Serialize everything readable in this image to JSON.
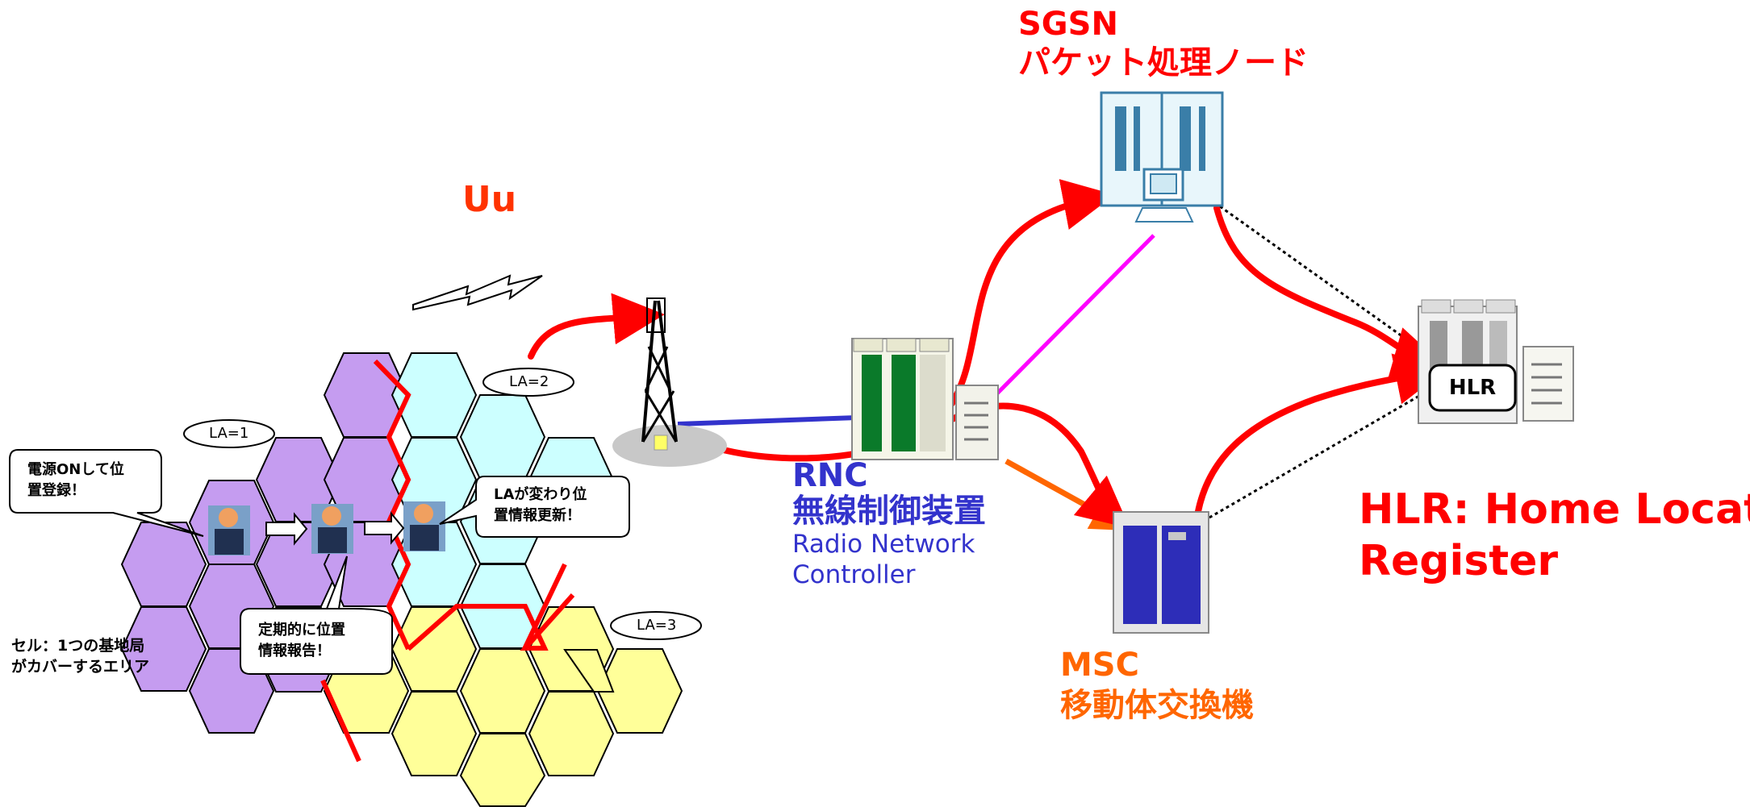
{
  "nodes": {
    "sgsn": {
      "name": "SGSN",
      "desc": "パケット処理ノード"
    },
    "rnc": {
      "name": "RNC",
      "desc": "無線制御装置",
      "en1": "Radio Network",
      "en2": "Controller"
    },
    "hlr": {
      "box_label": "HLR",
      "title1": "HLR: Home Location",
      "title2": "Register"
    },
    "msc": {
      "name": "MSC",
      "desc": "移動体交換機"
    }
  },
  "radio_interface": "Uu",
  "location_areas": [
    "LA=1",
    "LA=2",
    "LA=3"
  ],
  "callouts": {
    "power_on": [
      "電源ONして位",
      "置登録！"
    ],
    "la_change": [
      "LAが変わり位",
      "置情報更新！"
    ],
    "periodic": [
      "定期的に位置",
      "情報報告！"
    ]
  },
  "cell_note": [
    "セル：1つの基地局",
    "がカバーするエリア"
  ],
  "colors": {
    "red_path": "#ff0000",
    "la1_cells": "#c59cf0",
    "la2_cells": "#ccffff",
    "la3_cells": "#ffff99",
    "rnc_link": "#3333cc",
    "sgsn_link": "#ff00ff",
    "msc_link": "#ff6600"
  },
  "icons": [
    "base-station-tower-icon",
    "server-rack-icon",
    "mobile-user-icon",
    "lightning-signal-icon"
  ]
}
